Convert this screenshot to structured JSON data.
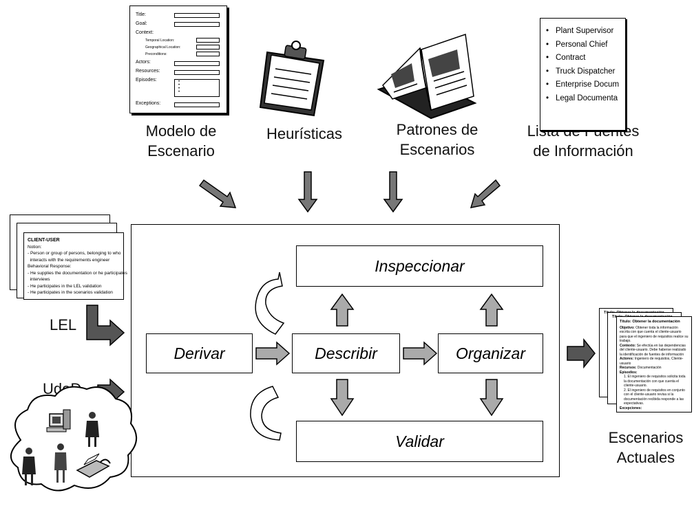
{
  "inputs": {
    "modelo": "Modelo de\nEscenario",
    "heuristicas": "Heurísticas",
    "patrones": "Patrones de\nEscenarios",
    "lista": "Lista de Fuentes\nde Información"
  },
  "scenario_form": {
    "title": "Title:",
    "goal": "Goal:",
    "context": "Context:",
    "temporal": "Temporal Location:",
    "geographical": "Geographical Location:",
    "preconditions": "Preconditions:",
    "actors": "Actors:",
    "resources": "Resources:",
    "episodes": "Episodes:",
    "exceptions": "Exceptions:"
  },
  "sources": [
    "Plant Supervisor",
    "Personal Chief",
    "Contract",
    "Truck Dispatcher",
    "Enterprise Docum",
    "Legal Documenta"
  ],
  "lel_card": {
    "title": "CLIENT-USER",
    "notion": "Notion:",
    "n1": "- Person or group of persons, belonging to who",
    "n2": "  interacts with the requirements engineer",
    "behavioral": "Behavioral Response:",
    "b1": "- He supplies the documentation or he participates",
    "b2": "  interviews",
    "b3": "- He participates in the LEL validation",
    "b4": "- He participates in the scenarios validation"
  },
  "left_labels": {
    "lel": "LEL",
    "uded": "UdeD"
  },
  "process": {
    "derivar": "Derivar",
    "describir": "Describir",
    "organizar": "Organizar",
    "inspeccionar": "Inspeccionar",
    "validar": "Validar"
  },
  "scenario_doc": {
    "titulo_k": "Título:",
    "titulo_v": "Obtener la documentación",
    "objetivo_k": "Objetivo:",
    "objetivo_v": "Obtener toda la información escrita con que cuenta el cliente-usuario para que el ingeniero de requisitos realice su trabajo.",
    "contexto_k": "Contexto:",
    "contexto_v": "Se efectúa en las dependencias del cliente-usuario. Debe haberse realizado la identificación de fuentes de información",
    "actores_k": "Actores:",
    "actores_v": "Ingeniero de requisitos, Cliente-usuario",
    "recursos_k": "Recursos:",
    "recursos_v": "Documentación",
    "episodios_k": "Episodios:",
    "e1": "1. El ingeniero de requisitos solicita toda la documentación con que cuenta el cliente-usuario.",
    "e2": "2. El ingeniero de requisitos en conjunto con el cliente-usuario revisa si la documentación recibida responde a las expectativas.",
    "excepciones_k": "Excepciones:",
    "back_title": "Obtener la documentación"
  },
  "output": {
    "label": "Escenarios\nActuales"
  }
}
